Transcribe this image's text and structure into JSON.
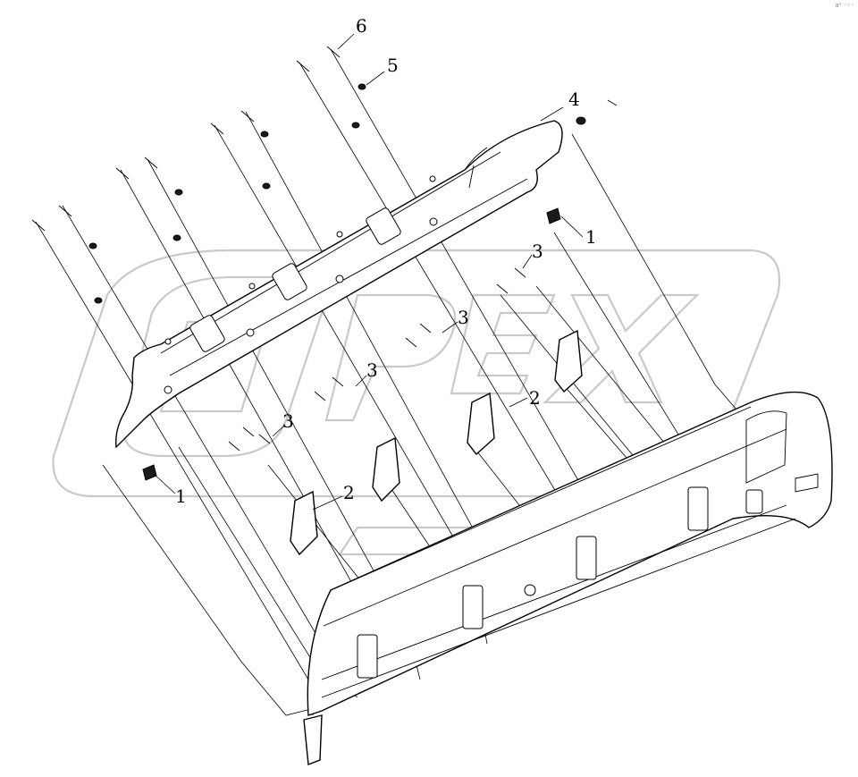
{
  "diagram": {
    "callouts": [
      {
        "id": "6",
        "label": "6"
      },
      {
        "id": "5",
        "label": "5"
      },
      {
        "id": "4",
        "label": "4"
      },
      {
        "id": "1a",
        "label": "1"
      },
      {
        "id": "1b",
        "label": "1"
      },
      {
        "id": "2a",
        "label": "2"
      },
      {
        "id": "2b",
        "label": "2"
      },
      {
        "id": "3a",
        "label": "3"
      },
      {
        "id": "3b",
        "label": "3"
      },
      {
        "id": "3c",
        "label": "3"
      },
      {
        "id": "3d",
        "label": "3"
      }
    ],
    "watermark_icon": "opex-logo-watermark",
    "corner_mark": "a² ◦◦◦"
  }
}
